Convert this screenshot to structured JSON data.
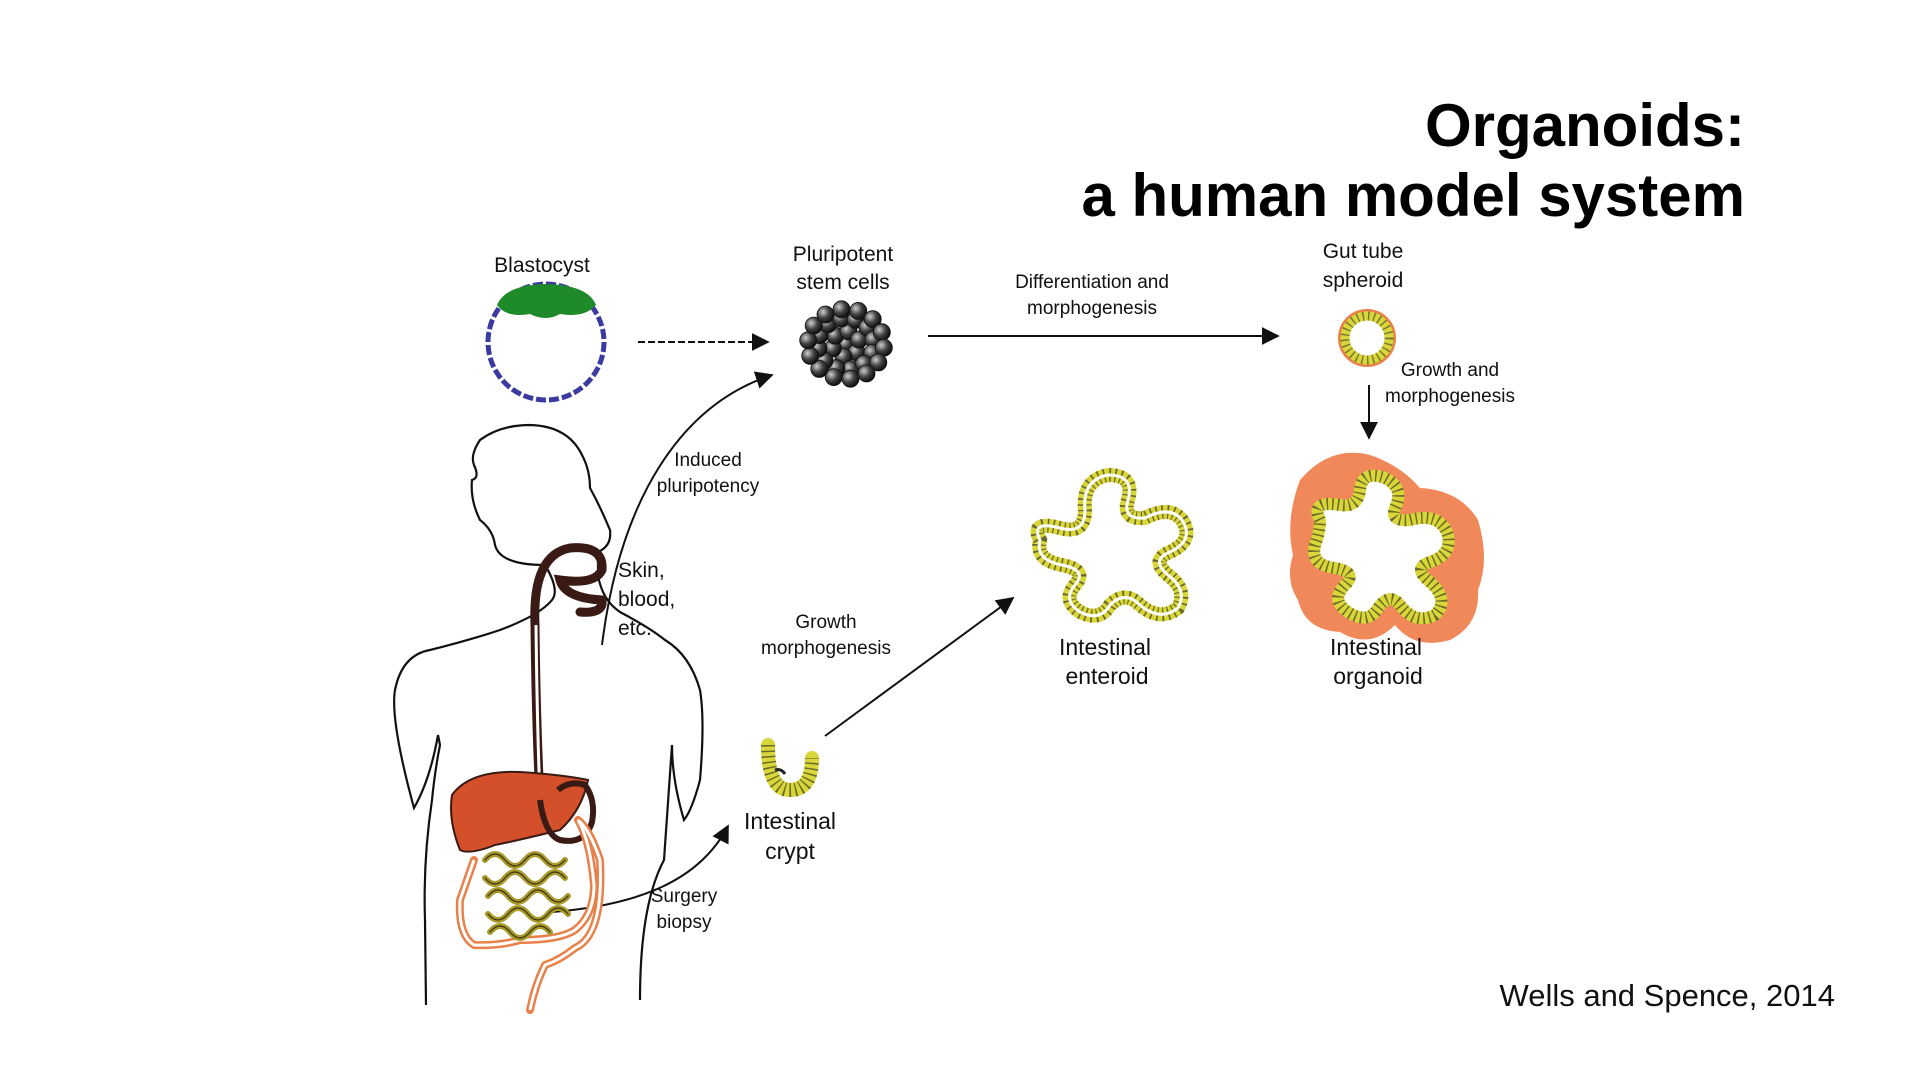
{
  "slide": {
    "title_line1": "Organoids:",
    "title_line2": "a human model system",
    "citation": "Wells and Spence, 2014"
  },
  "labels": {
    "blastocyst": "Blastocyst",
    "pluripotent_line1": "Pluripotent",
    "pluripotent_line2": "stem cells",
    "differentiation_line1": "Differentiation and",
    "differentiation_line2": "morphogenesis",
    "gut_tube_line1": "Gut tube",
    "gut_tube_line2": "spheroid",
    "growth_morph_line1": "Growth and",
    "growth_morph_line2": "morphogenesis",
    "induced_line1": "Induced",
    "induced_line2": "pluripotency",
    "skin_line1": "Skin,",
    "skin_line2": "blood,",
    "skin_line3": "etc.",
    "growth2_line1": "Growth",
    "growth2_line2": "morphogenesis",
    "enteroid_line1": "Intestinal",
    "enteroid_line2": "enteroid",
    "organoid_line1": "Intestinal",
    "organoid_line2": "organoid",
    "crypt_line1": "Intestinal",
    "crypt_line2": "crypt",
    "surgery_line1": "Surgery",
    "surgery_line2": "biopsy"
  },
  "colors": {
    "blastocyst_ring": "#3a3aa0",
    "inner_cell_mass": "#1f8a2a",
    "epithelium_yellow": "#d9d63a",
    "organoid_matrix": "#f0885a",
    "liver": "#d4502a",
    "colon": "#e8804a",
    "small_intestine": "#a89a2a",
    "esophagus": "#3a1a14"
  }
}
